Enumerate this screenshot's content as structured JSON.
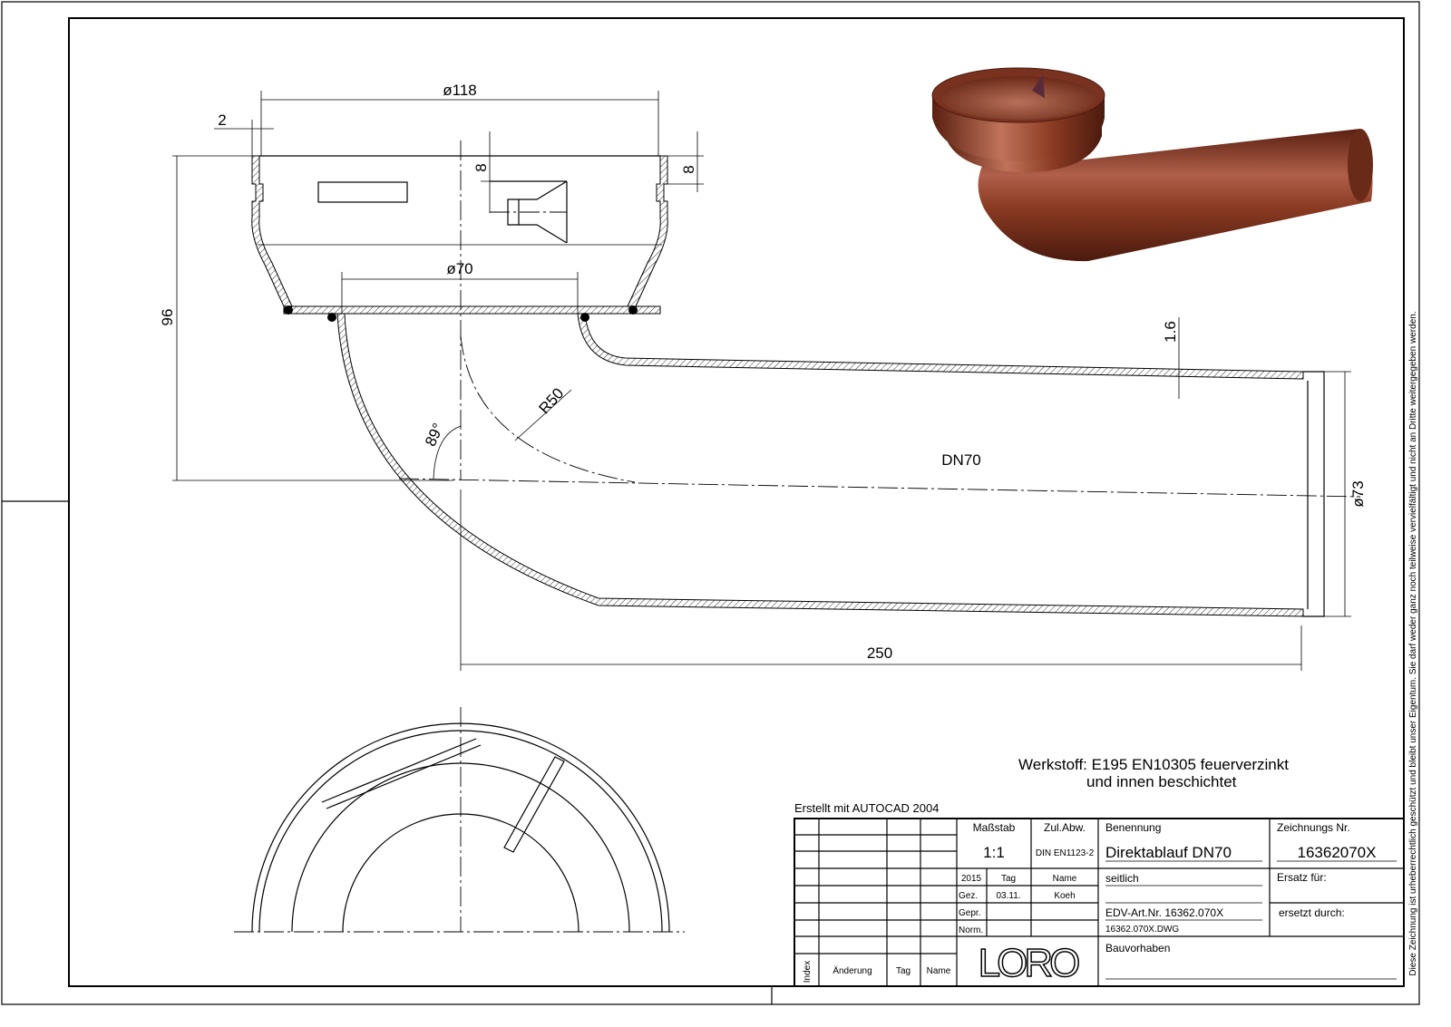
{
  "drawing": {
    "dimensions": {
      "d118": "ø118",
      "wall2": "2",
      "h8a": "8",
      "h8b": "8",
      "h96": "96",
      "d70": "ø70",
      "wall16": "1.6",
      "r50": "R50",
      "angle89": "89°",
      "dn70": "DN70",
      "d73": "ø73",
      "len250": "250"
    },
    "material": {
      "line1": "Werkstoff:  E195  EN10305  feuerverzinkt",
      "line2": "und  innen  beschichtet"
    },
    "copyright_note": "Diese Zeichnung ist urheberrechtlich geschützt und bleibt unser Eigentum. Sie darf weder ganz noch teilweise vervielfältigt und nicht an Dritte weitergegeben werden.",
    "created_with": "Erstellt mit AUTOCAD 2004",
    "colors": {
      "pipe_brown": "#8a3a22",
      "pipe_highlight": "#c0735a",
      "pipe_dark": "#4a1a0e"
    }
  },
  "title_block": {
    "scale_label": "Maßstab",
    "scale_value": "1:1",
    "tolerance_label": "Zul.Abw.",
    "tolerance_value": "DIN EN1123-2",
    "name_label": "Benennung",
    "name_value": "Direktablauf DN70",
    "name_sub": "seitlich",
    "drawing_no_label": "Zeichnungs Nr.",
    "drawing_no_value": "16362070X",
    "year": "2015",
    "day_label": "Tag",
    "person_label": "Name",
    "drawn_label": "Gez.",
    "drawn_date": "03.11.",
    "drawn_name": "Koeh",
    "checked_label": "Gepr.",
    "norm_label": "Norm.",
    "edv": "EDV-Art.Nr. 16362.070X",
    "dwg_file": "16362.070X.DWG",
    "replaces_label": "Ersatz für:",
    "replaced_by_label": "ersetzt durch:",
    "project_label": "Bauvorhaben",
    "logo": "LORO",
    "rev_index": "Index",
    "rev_change": "Änderung",
    "rev_day": "Tag",
    "rev_name": "Name"
  }
}
